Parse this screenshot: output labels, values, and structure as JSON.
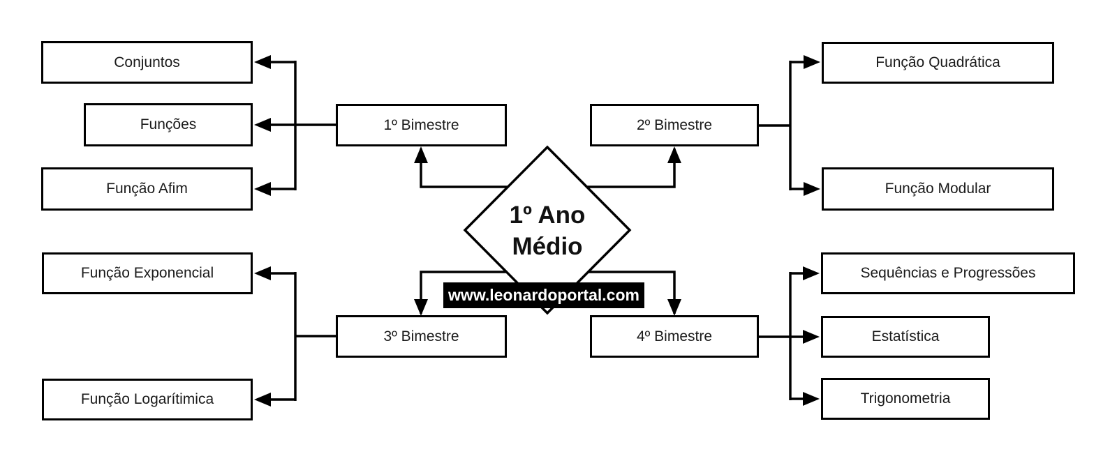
{
  "diagram": {
    "center": {
      "line1": "1º Ano",
      "line2": "Médio",
      "shape": "diamond"
    },
    "banner": {
      "text": "www.leonardoportal.com"
    },
    "bimestres": [
      {
        "label": "1º Bimestre",
        "position": "top-left",
        "topics": [
          "Conjuntos",
          "Funções",
          "Função Afim"
        ]
      },
      {
        "label": "2º Bimestre",
        "position": "top-right",
        "topics": [
          "Função Quadrática",
          "Função Modular"
        ]
      },
      {
        "label": "3º Bimestre",
        "position": "bottom-left",
        "topics": [
          "Função Exponencial",
          "Função Logarítimica"
        ]
      },
      {
        "label": "4º Bimestre",
        "position": "bottom-right",
        "topics": [
          "Sequências e Progressões",
          "Estatística",
          "Trigonometria"
        ]
      }
    ],
    "colors": {
      "stroke": "#000000",
      "background": "#ffffff",
      "text": "#1a1a1a",
      "banner_bg": "#000000",
      "banner_text": "#ffffff"
    }
  }
}
